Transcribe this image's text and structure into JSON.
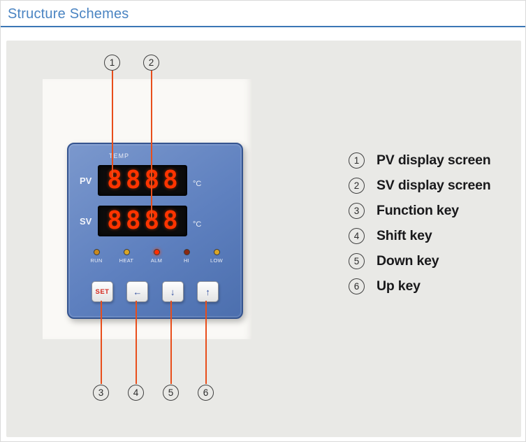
{
  "header": {
    "title": "Structure Schemes"
  },
  "panel": {
    "device": {
      "temp_label": "TEMP",
      "pv_label": "PV",
      "sv_label": "SV",
      "pv_value": "8888",
      "sv_value": "8888",
      "unit": "°C",
      "leds": [
        {
          "label": "RUN",
          "color": "#c9891e"
        },
        {
          "label": "HEAT",
          "color": "#d9a526"
        },
        {
          "label": "ALM",
          "color": "#ff2f00"
        },
        {
          "label": "HI",
          "color": "#8a2912"
        },
        {
          "label": "LOW",
          "color": "#d9a526"
        }
      ],
      "buttons": [
        {
          "label": "SET",
          "color": "#d4271c"
        },
        {
          "label": "←"
        },
        {
          "label": "↓"
        },
        {
          "label": "↑"
        }
      ]
    },
    "callouts": {
      "top": [
        "1",
        "2"
      ],
      "bottom": [
        "3",
        "4",
        "5",
        "6"
      ]
    }
  },
  "legend": {
    "items": [
      {
        "num": "1",
        "label": "PV display screen"
      },
      {
        "num": "2",
        "label": "SV display screen"
      },
      {
        "num": "3",
        "label": "Function key"
      },
      {
        "num": "4",
        "label": "Shift key"
      },
      {
        "num": "5",
        "label": "Down key"
      },
      {
        "num": "6",
        "label": "Up key"
      }
    ]
  },
  "colors": {
    "title_blue": "#4a84c2",
    "divider_blue": "#3b77b5",
    "leader_orange": "#e84e1b",
    "controller_blue": "#5e80bf",
    "digit_red": "#ff3400"
  }
}
